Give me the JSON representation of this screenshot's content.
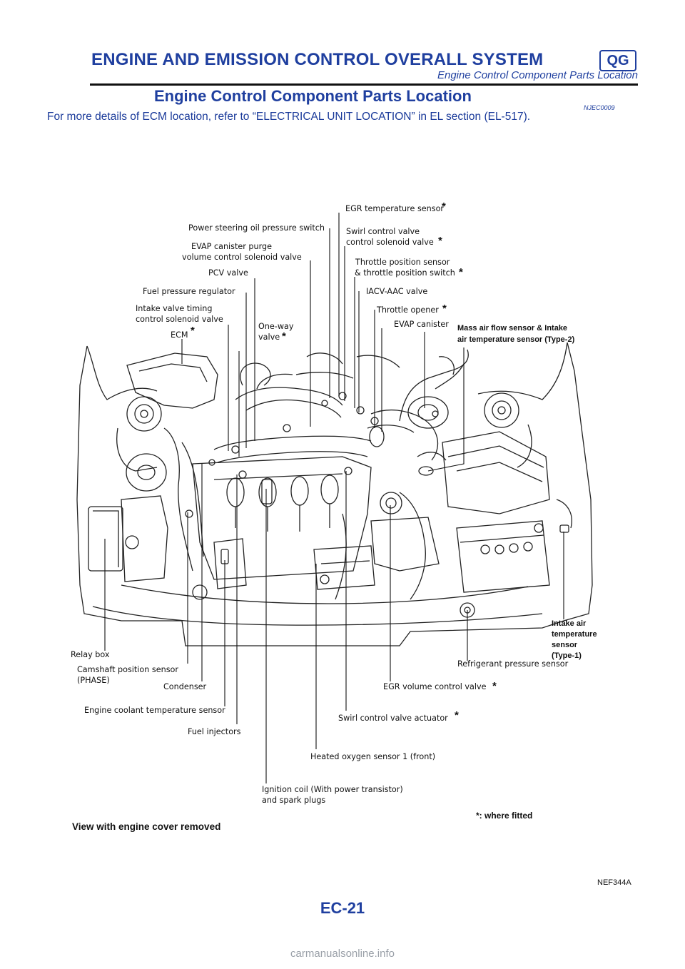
{
  "header": {
    "title": "ENGINE AND EMISSION CONTROL OVERALL SYSTEM",
    "badge": "QG",
    "subtitle": "Engine Control Component Parts Location"
  },
  "section": {
    "title": "Engine Control Component Parts Location",
    "code": "NJEC0009",
    "intro": "For more details of ECM location, refer to “ELECTRICAL UNIT LOCATION” in EL section (EL-517)."
  },
  "figure": {
    "star": "*",
    "top_labels": {
      "egr_temp": "EGR temperature sensor",
      "ps_switch": "Power steering oil pressure switch",
      "swirl_1": "Swirl control valve",
      "swirl_2": "control solenoid valve",
      "evap_purge_1": "EVAP canister purge",
      "evap_purge_2": "volume control solenoid valve",
      "tps_1": "Throttle position sensor",
      "tps_2": "& throttle position switch",
      "pcv": "PCV valve",
      "fuel_reg": "Fuel pressure regulator",
      "iacv": "IACV-AAC valve",
      "ivt_1": "Intake valve timing",
      "ivt_2": "control  solenoid valve",
      "throttle_opener": "Throttle opener",
      "oneway_1": "One-way",
      "oneway_2": "valve",
      "ecm": "ECM",
      "evap_canister": "EVAP canister",
      "maf_1": "Mass air flow sensor & Intake",
      "maf_2": "air temperature sensor (Type-2)"
    },
    "right_labels": {
      "iat_1": "Intake air",
      "iat_2": "temperature",
      "iat_3": "sensor",
      "iat_4": "(Type-1)"
    },
    "bottom_labels": {
      "relay_box": "Relay box",
      "cmp_1": "Camshaft position sensor",
      "cmp_2": "(PHASE)",
      "condenser": "Condenser",
      "refrigerant": "Refrigerant pressure sensor",
      "egr_volume": "EGR volume control valve",
      "ect": "Engine coolant temperature sensor",
      "swirl_actuator": "Swirl control valve actuator",
      "injectors": "Fuel injectors",
      "ho2s": "Heated oxygen sensor 1 (front)",
      "ign_1": "Ignition coil (With power transistor)",
      "ign_2": "and spark plugs"
    },
    "footnote": "*: where fitted",
    "caption": "View with engine cover removed",
    "ref": "NEF344A"
  },
  "page_number": "EC-21",
  "watermark": "carmanualsonline.info"
}
